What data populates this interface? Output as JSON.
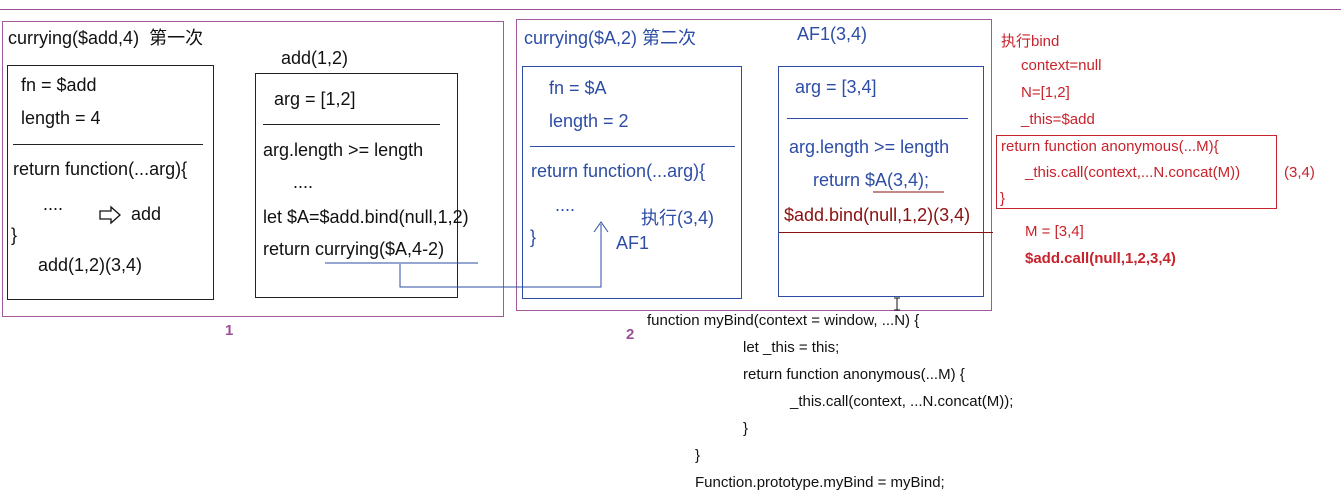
{
  "frame1": {
    "title": "currying($add,4)  第一次",
    "box_a": {
      "line1": "fn = $add",
      "line2": "length = 4",
      "line3": "return function(...arg){",
      "line4": "....",
      "arrow_label": "add",
      "line5": "}",
      "line6": "add(1,2)(3,4)"
    },
    "box_b_title": "add(1,2)",
    "box_b": {
      "line1": "arg = [1,2]",
      "line2": "arg.length >= length",
      "line3": "....",
      "line4": "let $A=$add.bind(null,1,2)",
      "line5": "return currying($A,4-2)"
    },
    "number": "1"
  },
  "frame2": {
    "title": "currying($A,2) 第二次",
    "af_title": "AF1(3,4)",
    "box_c": {
      "line1": "fn = $A",
      "line2": "length = 2",
      "line3": "return function(...arg){",
      "line4": "....",
      "exec": "执行(3,4)",
      "line5": "}",
      "af1": "AF1"
    },
    "box_d": {
      "line1": "arg = [3,4]",
      "line2": "arg.length >= length",
      "line3": "return $A(3,4);",
      "line4": "$add.bind(null,1,2)(3,4)"
    },
    "number": "2"
  },
  "notes": {
    "exec_bind": "执行bind",
    "context": "context=null",
    "n": "N=[1,2]",
    "this": "_this=$add",
    "ret1": "return function anonymous(...M){",
    "ret2": "_this.call(context,...N.concat(M))",
    "ret3": "}",
    "side": "(3,4)",
    "m": "M = [3,4]",
    "call": "$add.call(null,1,2,3,4)"
  },
  "code": {
    "l1": "function myBind(context = window, ...N) {",
    "l2": "let _this = this;",
    "l3": "return function anonymous(...M) {",
    "l4": "_this.call(context, ...N.concat(M));",
    "l5": "}",
    "l6": "}",
    "l7": "Function.prototype.myBind = myBind;"
  }
}
